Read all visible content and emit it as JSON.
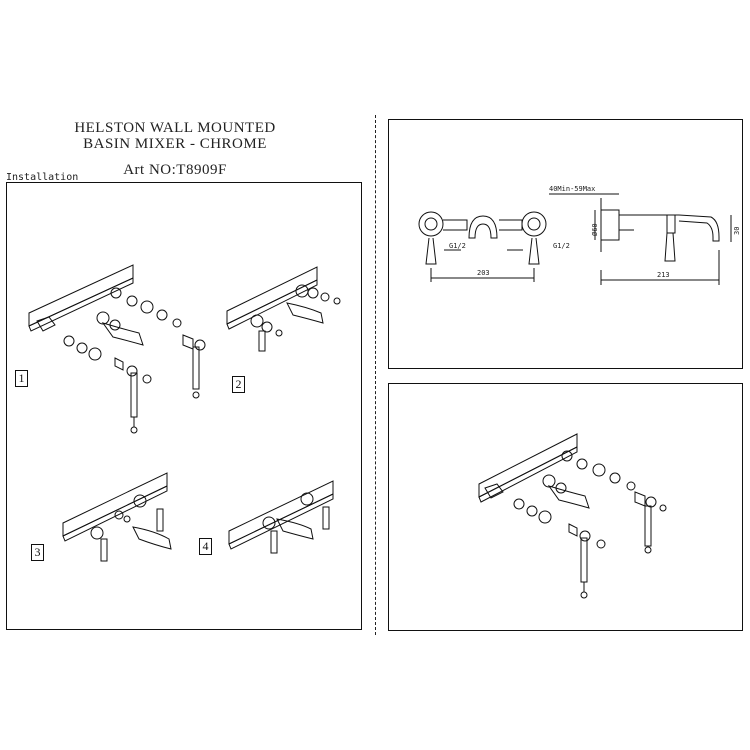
{
  "title": {
    "line1": "HELSTON WALL MOUNTED",
    "line2": "BASIN MIXER - CHROME",
    "art_no": "Art NO:T8909F"
  },
  "install_label": "Installation",
  "steps": [
    "1",
    "2",
    "3",
    "4"
  ],
  "dimensions": {
    "thread_left": "G1/2",
    "thread_right": "G1/2",
    "width_centers": "203",
    "projection_range": "40Min-59Max",
    "spout_length": "213",
    "diameter": "Ø60",
    "spout_height": "30"
  },
  "colors": {
    "line": "#111111",
    "background": "#ffffff"
  }
}
